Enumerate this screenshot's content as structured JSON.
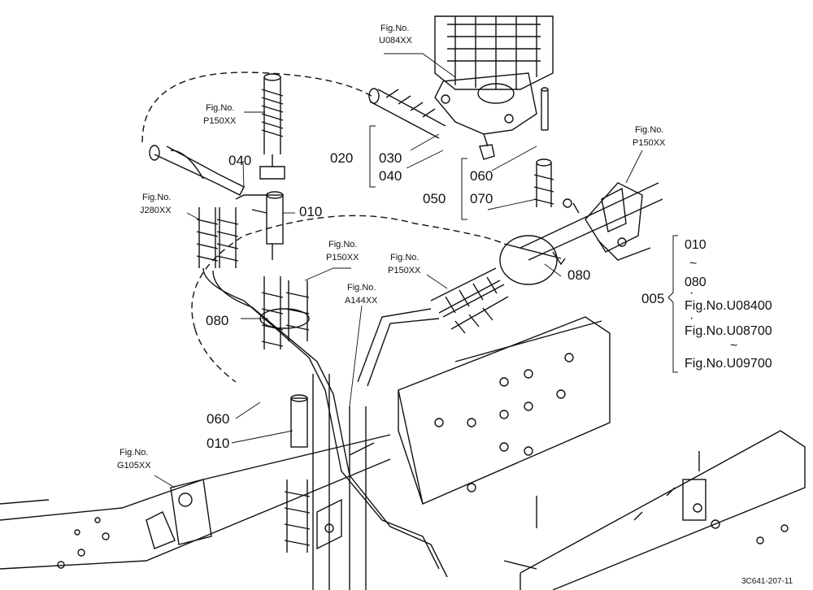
{
  "labels": {
    "fig_u084": [
      "Fig.No.",
      "U084XX"
    ],
    "fig_p150_top": [
      "Fig.No.",
      "P150XX"
    ],
    "fig_p150_right": [
      "Fig.No.",
      "P150XX"
    ],
    "fig_j280": [
      "Fig.No.",
      "J280XX"
    ],
    "fig_p150_mid": [
      "Fig.No.",
      "P150XX"
    ],
    "fig_p150_low": [
      "Fig.No.",
      "P150XX"
    ],
    "fig_a144": [
      "Fig.No.",
      "A144XX"
    ],
    "fig_g105": [
      "Fig.No.",
      "G105XX"
    ],
    "p020": "020",
    "p030": "030",
    "p040_a": "040",
    "p040_b": "040",
    "p010_a": "010",
    "p010_b": "010",
    "p050": "050",
    "p060_a": "060",
    "p060_b": "060",
    "p070": "070",
    "p080_a": "080",
    "p080_b": "080",
    "p005": "005",
    "bracket": [
      "010",
      "~",
      "080",
      "·",
      "Fig.No.U08400",
      "·",
      "Fig.No.U08700",
      "~",
      "Fig.No.U09700"
    ],
    "drawing_code": "3C641-207-11"
  },
  "colors": {
    "ink": "#111111",
    "paper": "#ffffff"
  }
}
